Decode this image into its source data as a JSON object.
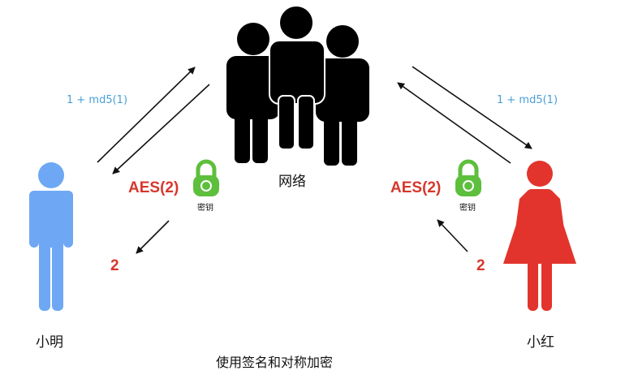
{
  "network": {
    "label": "网络"
  },
  "left_person": {
    "name": "小明",
    "color": "#6ea8f5"
  },
  "right_person": {
    "name": "小红",
    "color": "#e2342c"
  },
  "left_flow": {
    "send": "1 + md5(1)",
    "receive": "AES(2)",
    "key": "密钥",
    "result": "2"
  },
  "right_flow": {
    "receive": "1 + md5(1)",
    "send": "AES(2)",
    "key": "密钥",
    "original": "2"
  },
  "caption": "使用签名和对称加密",
  "colors": {
    "lock": "#5dbf3c",
    "signature_text": "#4a9fd6",
    "cipher_text": "#d7372d",
    "network_people": "#000000"
  },
  "icons": [
    "network-people-icon",
    "male-person-icon",
    "female-person-icon",
    "lock-icon"
  ]
}
